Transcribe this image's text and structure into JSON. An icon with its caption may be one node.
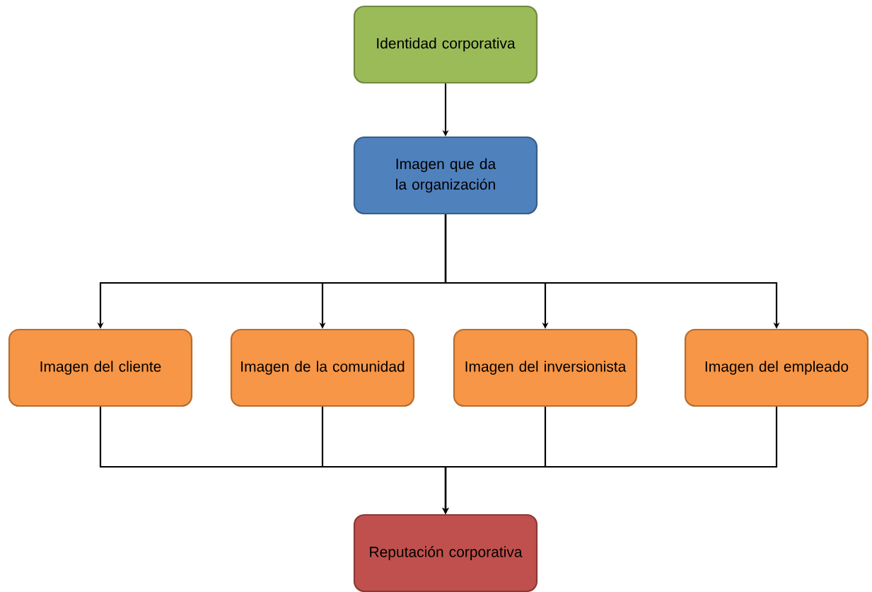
{
  "diagram": {
    "nodes": [
      {
        "text": [
          "Identidad corporativa"
        ]
      },
      {
        "text": [
          "Imagen que da la organización"
        ]
      },
      {
        "text": [
          "Imagen del cliente"
        ]
      },
      {
        "text": [
          "Imagen de la comunidad"
        ]
      },
      {
        "text": [
          "Imagen del inversionista"
        ]
      },
      {
        "text": [
          "Imagen del empleado"
        ]
      },
      {
        "text": [
          "Reputación corporativa"
        ]
      }
    ],
    "edges": [
      {
        "from": 0,
        "to": 1,
        "arrow": "to"
      },
      {
        "from": 1,
        "to": 2,
        "arrow": "to"
      },
      {
        "from": 1,
        "to": 3,
        "arrow": "to"
      },
      {
        "from": 1,
        "to": 4,
        "arrow": "to"
      },
      {
        "from": 1,
        "to": 5,
        "arrow": "to"
      },
      {
        "from": 2,
        "to": 6,
        "arrow": "to"
      },
      {
        "from": 3,
        "to": 6,
        "arrow": "to"
      },
      {
        "from": 4,
        "to": 6,
        "arrow": "to"
      },
      {
        "from": 5,
        "to": 6,
        "arrow": "to"
      }
    ]
  }
}
